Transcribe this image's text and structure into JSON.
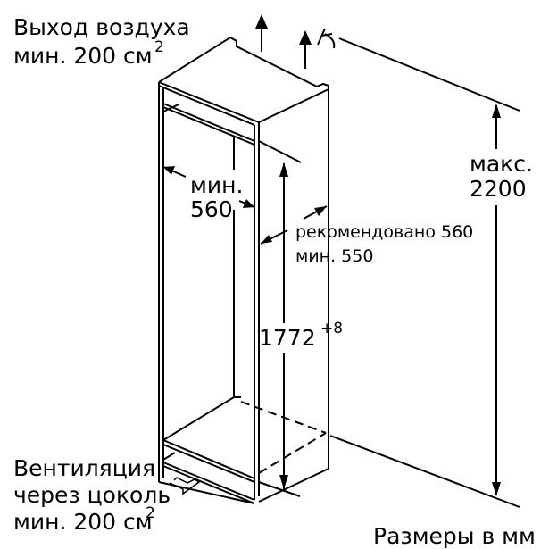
{
  "diagram": {
    "type": "built-in appliance niche installation dimensions",
    "colors": {
      "line": "#000000",
      "background": "#ffffff"
    },
    "labels": {
      "air_outlet_line1": "Выход воздуха",
      "air_outlet_line2": "мин. 200 см",
      "air_outlet_sup": "2",
      "width_min_line1": "мин.",
      "width_min_line2": "560",
      "depth_line1": "рекомендовано 560",
      "depth_line2": "мин. 550",
      "height_value": "1772",
      "height_tolerance": "+8",
      "max_line1": "макс.",
      "max_line2": "2200",
      "vent_line1": "Вентиляция",
      "vent_line2": "через цоколь",
      "vent_line3": "мин. 200 см",
      "vent_sup": "2",
      "units_note": "Размеры в мм"
    },
    "icons": {
      "airflow_arrows": "two upward arrows",
      "ceiling_symbol": "ceiling / worktop intersection symbol",
      "plinth_vent_arrow": "air-in arrow at plinth"
    }
  }
}
